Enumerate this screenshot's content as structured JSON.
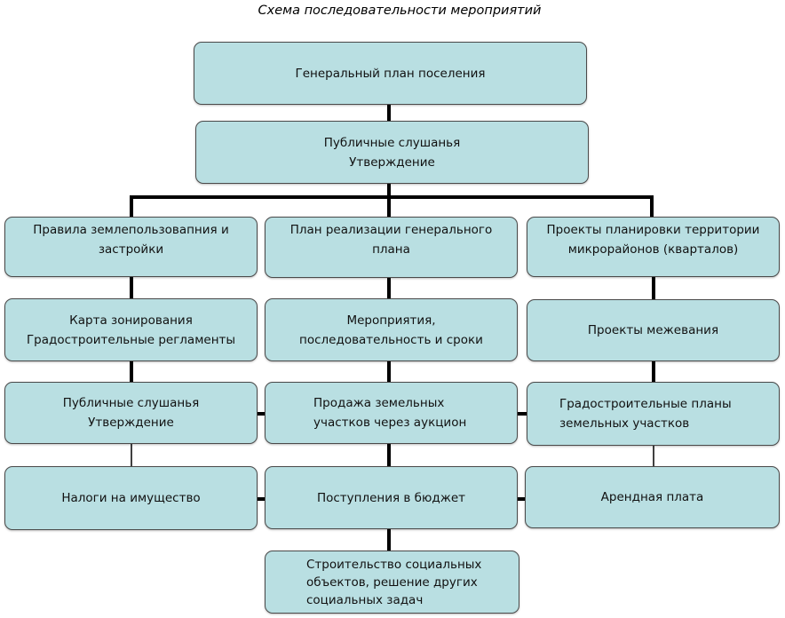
{
  "title": "Схема последовательности мероприятий",
  "boxes": {
    "general_plan": [
      "Генеральный план поселения"
    ],
    "public_hearings_top": [
      "Публичные слушанья",
      "Утверждение"
    ],
    "land_rules": [
      "Правила землепользовапния и",
      "застройки"
    ],
    "implementation_plan": [
      "План реализации генерального",
      "плана"
    ],
    "planning_projects": [
      "Проекты планировки территории",
      "микрорайонов (кварталов)"
    ],
    "zoning_map": [
      "Карта зонирования",
      "Градостроительные регламенты"
    ],
    "measures": [
      "Мероприятия,",
      "последовательность и сроки"
    ],
    "surveying_projects": [
      "Проекты межевания"
    ],
    "public_hearings_left": [
      "Публичные слушанья",
      "Утверждение"
    ],
    "land_sale": [
      "Продажа земельных",
      "участков через аукцион"
    ],
    "urban_plans": [
      "Градостроительные планы",
      "земельных участков"
    ],
    "property_tax": [
      "Налоги на имущество"
    ],
    "budget_revenue": [
      "Поступления в бюджет"
    ],
    "rent": [
      "Арендная плата"
    ],
    "social_construction": [
      "Строительство социальных",
      "объектов, решение других",
      "социальных задач"
    ]
  },
  "colors": {
    "box_fill": "#b9dfe2",
    "box_border": "#4a4a4a",
    "connector": "#000000"
  }
}
